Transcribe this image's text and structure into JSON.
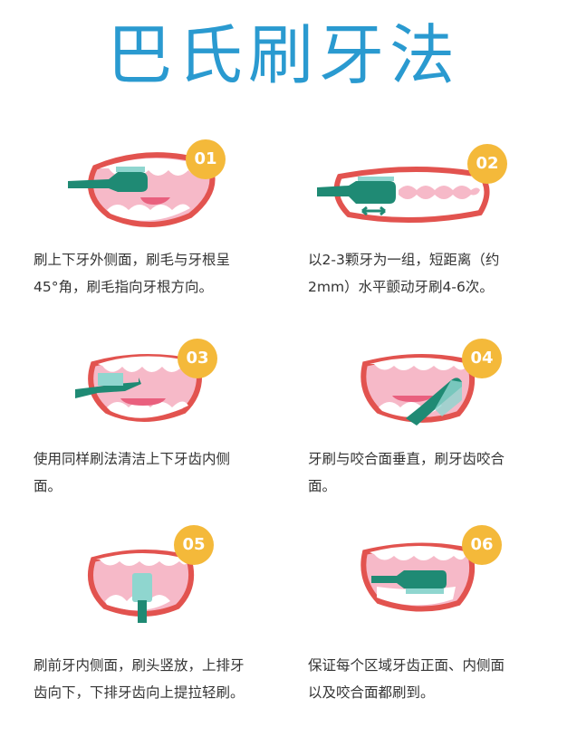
{
  "page_title": "巴氏刷牙法",
  "colors": {
    "title": "#2a9ad0",
    "lip": "#e2534f",
    "gum": "#f6b9c8",
    "tongue": "#e9607e",
    "teeth": "#ffffff",
    "brush": "#1f8a74",
    "bristle": "#8fd6cf",
    "badge": "#f4b93a",
    "text": "#333333"
  },
  "steps": [
    {
      "number": "01",
      "text_line1": "刷上下牙外侧面，刷毛与牙根呈",
      "text_line2": "45°角，刷毛指向牙根方向。"
    },
    {
      "number": "02",
      "text_line1": "以2-3颗牙为一组，短距离（约",
      "text_line2": "2mm）水平颤动牙刷4-6次。"
    },
    {
      "number": "03",
      "text_line1": "使用同样刷法清洁上下牙齿内侧",
      "text_line2": "面。"
    },
    {
      "number": "04",
      "text_line1": "牙刷与咬合面垂直，刷牙齿咬合",
      "text_line2": "面。"
    },
    {
      "number": "05",
      "text_line1": "刷前牙内侧面，刷头竖放，上排牙",
      "text_line2": "齿向下，下排牙齿向上提拉轻刷。"
    },
    {
      "number": "06",
      "text_line1": "保证每个区域牙齿正面、内侧面",
      "text_line2": "以及咬合面都刷到。"
    }
  ]
}
